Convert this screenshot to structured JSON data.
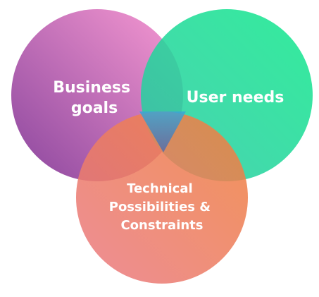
{
  "diagram": {
    "circles": [
      {
        "id": "business",
        "label_lines": [
          "Business",
          "goals"
        ],
        "color_start": "#f78ccc",
        "color_end": "#7a2c90",
        "opacity": 0.88
      },
      {
        "id": "user",
        "label_lines": [
          "User needs"
        ],
        "color_start": "#12e98c",
        "color_end": "#2cc8a6",
        "opacity": 0.86
      },
      {
        "id": "technical",
        "label_lines": [
          "Technical",
          "Possibilities &",
          "Constraints"
        ],
        "color_start": "#f0813a",
        "color_end": "#ea7a86",
        "opacity": 0.86
      }
    ],
    "center_color_start": "#3aa6d6",
    "center_color_end": "#5a6aa6"
  }
}
